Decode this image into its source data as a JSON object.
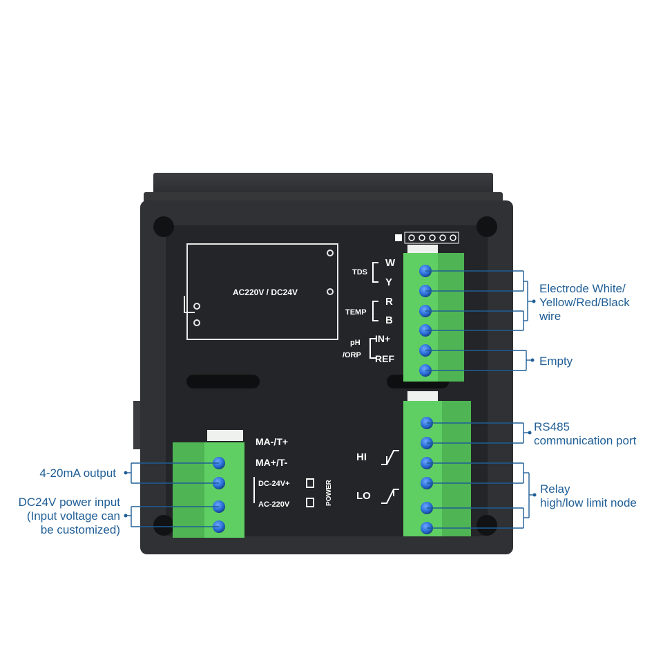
{
  "board": {
    "supply_rating": "AC220V / DC24V",
    "terminal_right_top": {
      "tds": "TDS",
      "tds_pins": [
        "W",
        "Y"
      ],
      "temp": "TEMP",
      "temp_pins": [
        "R",
        "B"
      ],
      "ph": "pH",
      "orp": "/ORP",
      "ph_pins": [
        "IN+",
        "REF"
      ]
    },
    "terminal_left": {
      "ma_minus": "MA-/T+",
      "ma_plus": "MA+/T-",
      "dc_plus": "DC-24V+",
      "ac": "AC-220V",
      "power": "POWER"
    },
    "terminal_right_bottom": {
      "hi": "HI",
      "lo": "LO"
    }
  },
  "callouts": {
    "electrode": [
      "Electrode White/",
      "Yellow/Red/Black",
      "wire"
    ],
    "empty": "Empty",
    "rs485": [
      "RS485",
      "communication port"
    ],
    "relay": [
      "Relay",
      "high/low limit node"
    ],
    "output": "4-20mA output",
    "power_input": [
      "DC24V power input",
      "(Input voltage can",
      "be customized)"
    ]
  },
  "colors": {
    "callout_text": "#1f5e96",
    "callout_line": "#1f5e96",
    "terminal_green": "#5fcf63",
    "screw_blue": "#2a6fd6",
    "housing": "#2f3134"
  }
}
